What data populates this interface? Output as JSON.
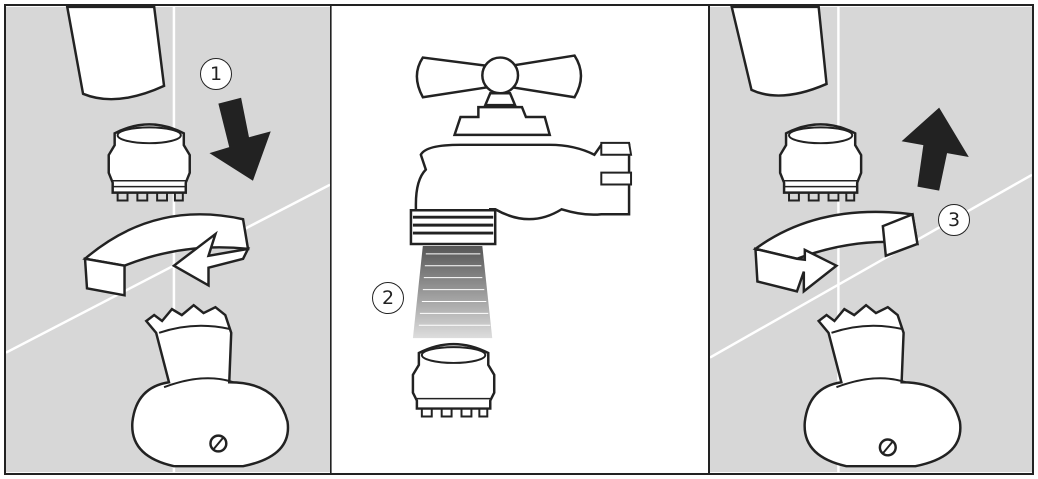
{
  "colors": {
    "panel_bg": "#d7d7d7",
    "center_bg": "#ffffff",
    "outline": "#222222",
    "part_fill": "#ffffff",
    "arrow_fill": "#222222"
  },
  "panels": [
    {
      "step": "1",
      "icons": [
        "faucet-spout-icon",
        "aerator-icon",
        "arrow-down-icon",
        "rotate-left-arrow-icon",
        "aerator-key-tool-icon"
      ]
    },
    {
      "step": "2",
      "icons": [
        "hose-faucet-icon",
        "water-flush-icon",
        "aerator-icon"
      ]
    },
    {
      "step": "3",
      "icons": [
        "faucet-spout-icon",
        "aerator-icon",
        "arrow-up-icon",
        "rotate-right-arrow-icon",
        "aerator-key-tool-icon"
      ]
    }
  ]
}
